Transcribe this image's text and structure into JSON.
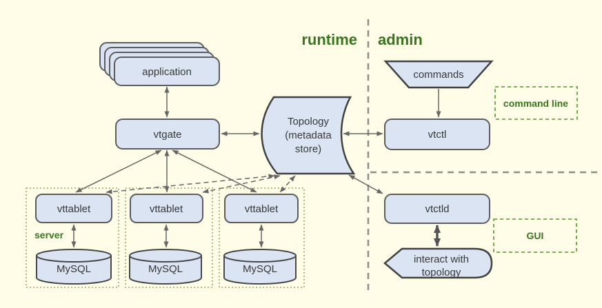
{
  "diagram": {
    "title": "vitess-architecture-diagram",
    "colors": {
      "background": "#fffce8",
      "node_fill": "#dbe4f3",
      "node_border": "#5c5c5c",
      "accent_green": "#38761d",
      "annotation_border_green": "#4e9a28",
      "server_group_dotted_green": "#86a254",
      "arrow_gray": "#666666",
      "divider_gray": "#8c8c8c"
    },
    "sections": {
      "runtime_label": "runtime",
      "admin_label": "admin"
    },
    "nodes": {
      "application": {
        "label": "application"
      },
      "vtgate": {
        "label": "vtgate"
      },
      "topology": {
        "lines": [
          "Topology",
          "(metadata",
          "store)"
        ]
      },
      "commands": {
        "label": "commands"
      },
      "vtctl": {
        "label": "vtctl"
      },
      "vtctld": {
        "label": "vtctld"
      },
      "interact": {
        "lines": [
          "interact with",
          "topology"
        ]
      },
      "vttablets": {
        "labels": [
          "vttablet",
          "vttablet",
          "vttablet"
        ]
      },
      "mysql": {
        "labels": [
          "MySQL",
          "MySQL",
          "MySQL"
        ]
      }
    },
    "annotations": {
      "command_line": "command line",
      "gui": "GUI",
      "server": "server"
    }
  }
}
